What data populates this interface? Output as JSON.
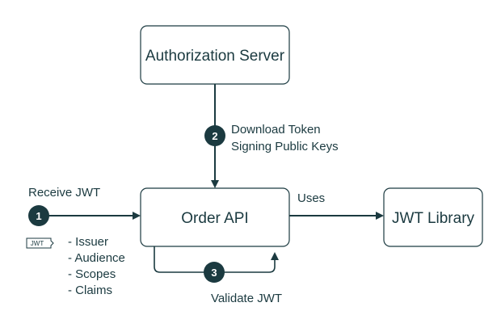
{
  "nodes": {
    "auth_server": "Authorization Server",
    "order_api": "Order API",
    "jwt_library": "JWT Library"
  },
  "steps": {
    "step1": {
      "number": "1",
      "label": "Receive JWT"
    },
    "step2": {
      "number": "2",
      "label_line1": "Download Token",
      "label_line2": "Signing Public Keys"
    },
    "step3": {
      "number": "3",
      "label": "Validate JWT"
    }
  },
  "uses_label": "Uses",
  "jwt_token": {
    "tag": "JWT",
    "items": [
      "- Issuer",
      "- Audience",
      "- Scopes",
      "- Claims"
    ]
  },
  "colors": {
    "primary": "#1b3a40",
    "background": "#ffffff"
  }
}
